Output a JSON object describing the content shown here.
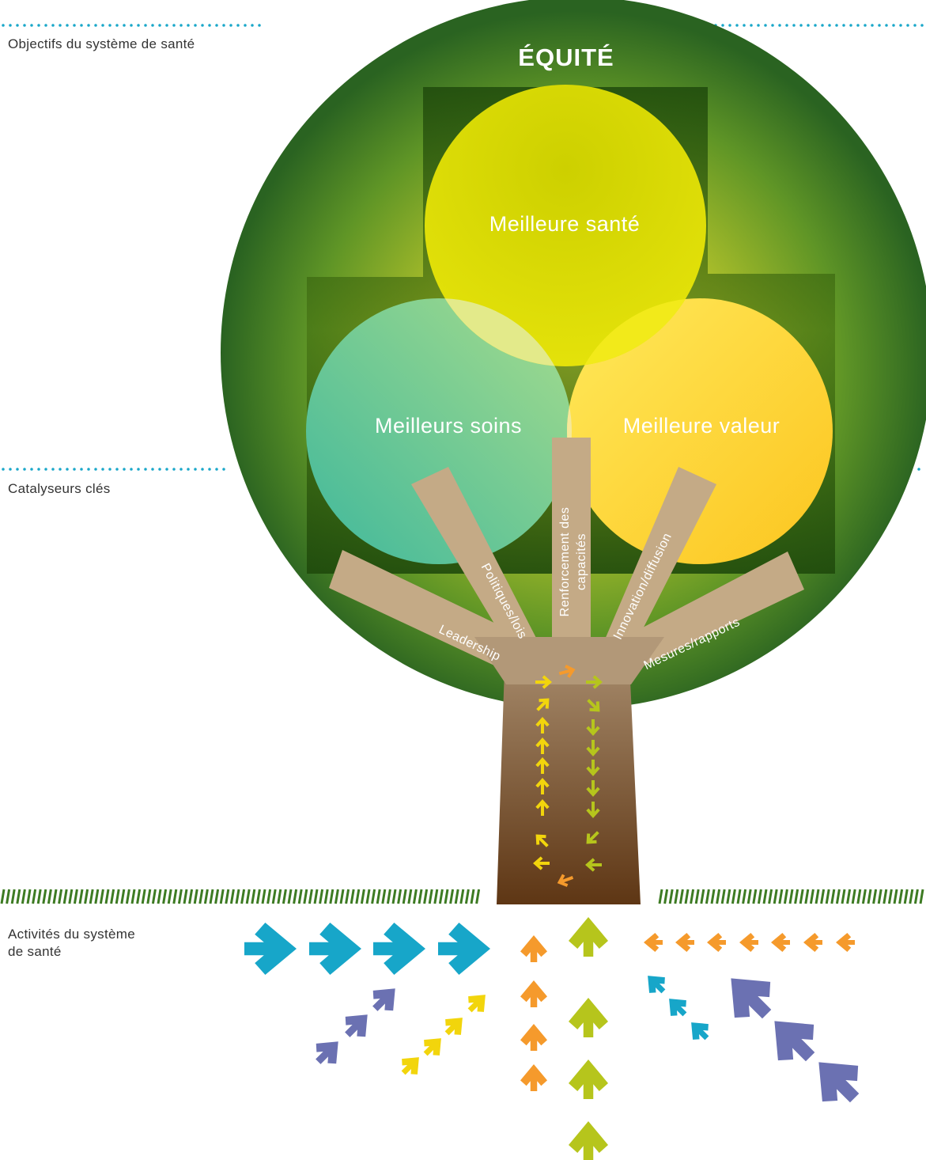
{
  "sections": {
    "goals_label": "Objectifs du système de santé",
    "catalysts_label": "Catalyseurs clés",
    "activities_label_line1": "Activités du système",
    "activities_label_line2": "de santé"
  },
  "crown": {
    "title": "ÉQUITÉ",
    "circle_top": "Meilleure santé",
    "circle_left": "Meilleurs soins",
    "circle_right": "Meilleure valeur"
  },
  "branches": {
    "leadership": "Leadership",
    "policies": "Politiques/lois",
    "capacity_line1": "Renforcement des",
    "capacity_line2": "capacités",
    "innovation": "Innovation/diffusion",
    "measures": "Mesures/rapports"
  },
  "icons": {
    "arrow": "arrow-icon",
    "chevron_arrow": "chevron-arrow-icon"
  },
  "colors": {
    "tree_green_dark": "#2a6321",
    "tree_green_light": "#b4c62a",
    "circle_top": "#d6d600",
    "circle_left": "#6cc6a0",
    "circle_right": "#ffd21e",
    "branch": "#c4aa86",
    "trunk_top": "#a5896a",
    "trunk_bottom": "#5e3614",
    "divider_blue": "#1aa7c9",
    "divider_green": "#3d7b23",
    "arrow_blue": "#17a6c9",
    "arrow_purple": "#6b71b2",
    "arrow_yellow": "#f2d50c",
    "arrow_orange": "#f59a2c",
    "arrow_lime": "#b6c51c"
  }
}
